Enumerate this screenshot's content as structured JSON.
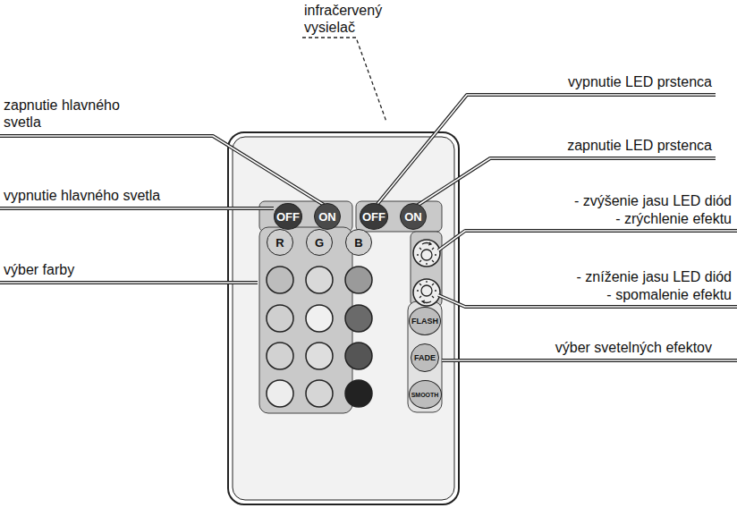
{
  "diagram": {
    "nodes": [
      {
        "text": [
          "OFF"
        ]
      },
      {
        "text": [
          "ON"
        ]
      },
      {
        "text": [
          "OFF"
        ]
      },
      {
        "text": [
          "ON"
        ]
      },
      {
        "text": [
          "R"
        ]
      },
      {
        "text": [
          "G"
        ]
      },
      {
        "text": [
          "B"
        ]
      },
      {
        "text": [
          "FLASH"
        ]
      },
      {
        "text": [
          "FADE"
        ]
      },
      {
        "text": [
          "SMOOTH"
        ]
      }
    ],
    "labels": [
      "infračervený vysielač",
      "zapnutie hlavného svetla",
      "vypnutie LED prstenca",
      "zapnutie LED prstenca",
      "vypnutie hlavného svetla",
      "- zvýšenie jasu LED diód",
      "- zrýchlenie efektu",
      "- zníženie jasu LED diód",
      "- spomalenie efektu",
      "výber farby",
      "výber svetelných efektov"
    ]
  }
}
